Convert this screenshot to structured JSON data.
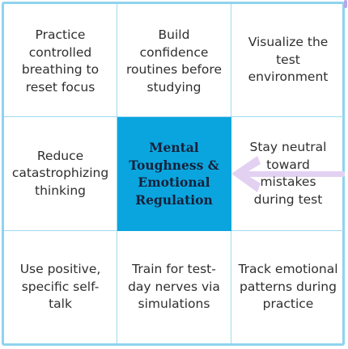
{
  "grid": {
    "cells": [
      {
        "text": "Practice controlled breathing to reset focus"
      },
      {
        "text": "Build confidence routines before studying"
      },
      {
        "text": "Visualize the test environment"
      },
      {
        "text": "Reduce catastrophizing thinking"
      },
      {
        "text": "Mental Toughness & Emotional Regulation"
      },
      {
        "text": "Stay neutral toward mistakes during test"
      },
      {
        "text": "Use positive, specific self-talk"
      },
      {
        "text": "Train for test-day nerves via simulations"
      },
      {
        "text": "Track emotional patterns during practice"
      }
    ]
  },
  "colors": {
    "center_fill": "#0aa5de",
    "grid_line": "#9fdaf1",
    "arrow": "#e3d1f1"
  }
}
